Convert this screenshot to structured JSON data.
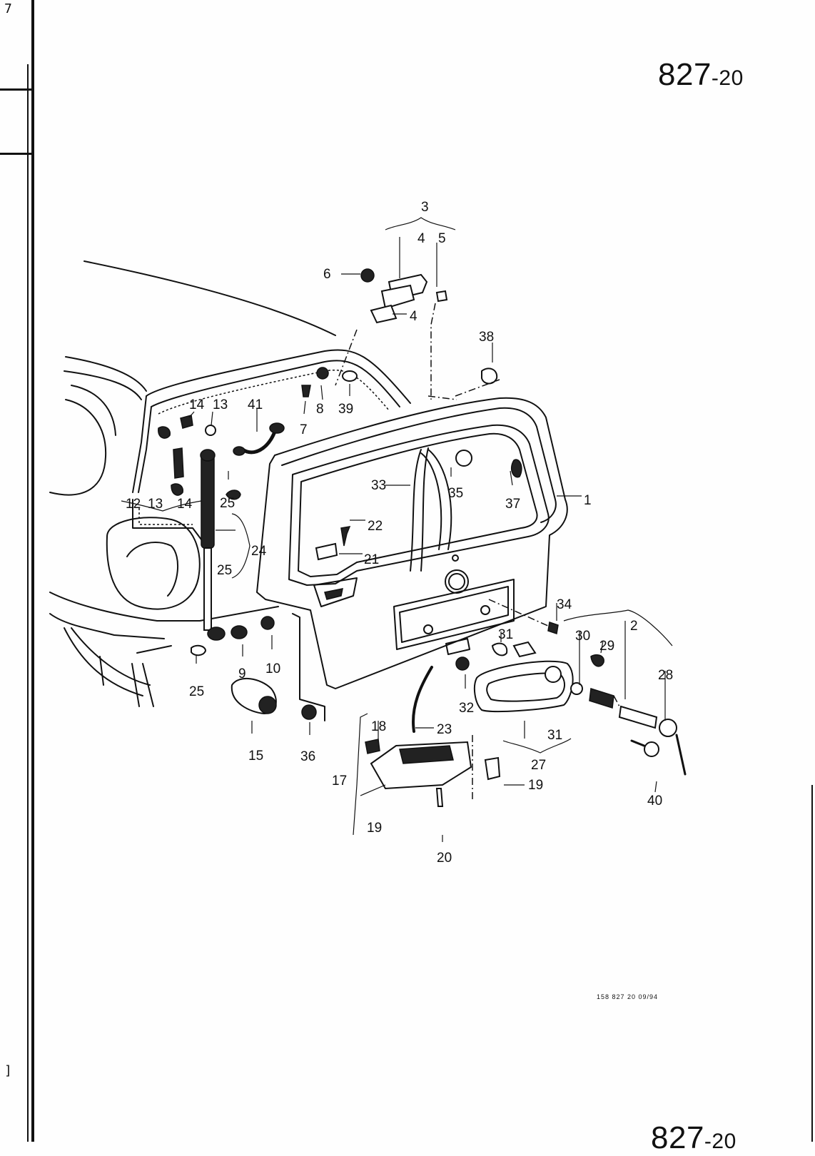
{
  "page": {
    "number_main": "827",
    "number_sub": "-20",
    "footer_code": "158   827 20   09/94",
    "corner_mark_top": "7",
    "corner_mark_bottom": "]"
  },
  "callouts": [
    "1",
    "2",
    "3",
    "4",
    "5",
    "6",
    "4",
    "38",
    "7",
    "8",
    "39",
    "14",
    "13",
    "41",
    "12",
    "13",
    "14",
    "25",
    "24",
    "25",
    "33",
    "35",
    "37",
    "22",
    "21",
    "34",
    "31",
    "30",
    "29",
    "28",
    "9",
    "10",
    "25",
    "15",
    "36",
    "32",
    "23",
    "18",
    "17",
    "19",
    "19",
    "20",
    "31",
    "27",
    "40"
  ],
  "colors": {
    "ink": "#111111",
    "paper": "#fefefe"
  }
}
